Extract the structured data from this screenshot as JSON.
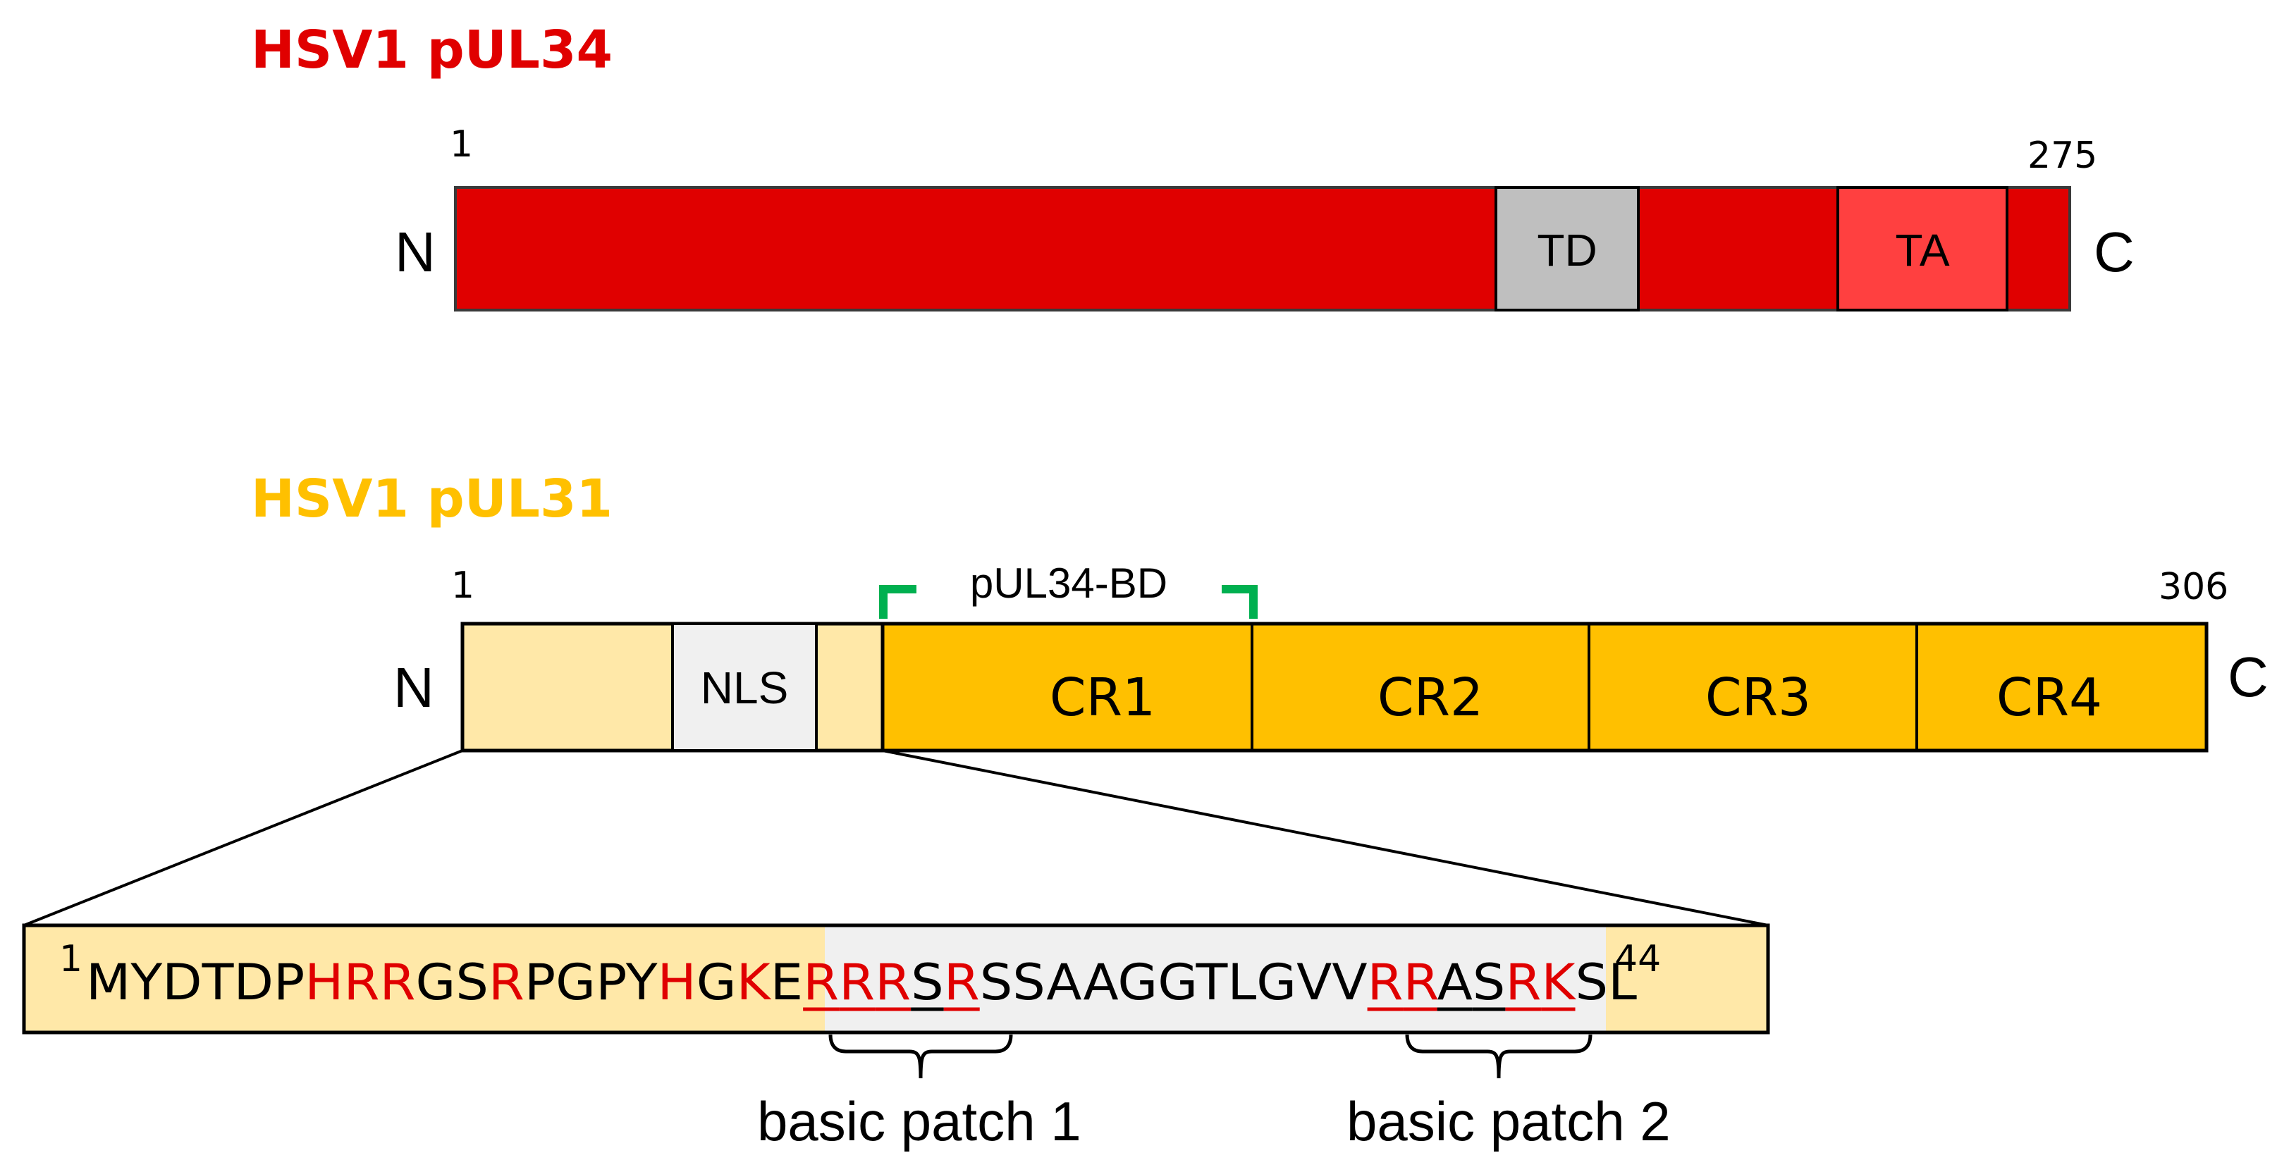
{
  "colors": {
    "pul34_title": "#e00000",
    "pul34_body": "#e00000",
    "td_fill": "#bfbfbf",
    "ta_fill": "#ff4040",
    "pul31_title": "#ffc000",
    "pul31_light": "#ffe8a8",
    "pul31_cr": "#ffc000",
    "nls_fill": "#f0f0f0",
    "bd_bracket": "#00b050",
    "basic_residue": "#e00000",
    "outline": "#000000"
  },
  "pul34": {
    "title": "HSV1 pUL34",
    "start": "1",
    "end": "275",
    "n_label": "N",
    "c_label": "C",
    "td_label": "TD",
    "ta_label": "TA"
  },
  "pul31": {
    "title": "HSV1 pUL31",
    "start": "1",
    "end": "306",
    "n_label": "N",
    "c_label": "C",
    "nls_label": "NLS",
    "bd_label": "pUL34-BD",
    "cr1": "CR1",
    "cr2": "CR2",
    "cr3": "CR3",
    "cr4": "CR4"
  },
  "sequence": {
    "start_index": "1",
    "end_index": "44",
    "residues": "MYDTDPHRRGSRPGPYHGKERRRSRSSAAGGTLGVVRRASRKSL",
    "red_residue_indices": [
      6,
      7,
      8,
      11,
      16,
      18,
      20,
      21,
      22,
      24,
      36,
      37,
      40,
      41
    ],
    "underline_red_indices": [
      20,
      21,
      22,
      24,
      36,
      37,
      40,
      41
    ],
    "underline_black_indices": [
      23,
      38,
      39
    ],
    "patch1_label": "basic patch 1",
    "patch2_label": "basic patch 2"
  }
}
